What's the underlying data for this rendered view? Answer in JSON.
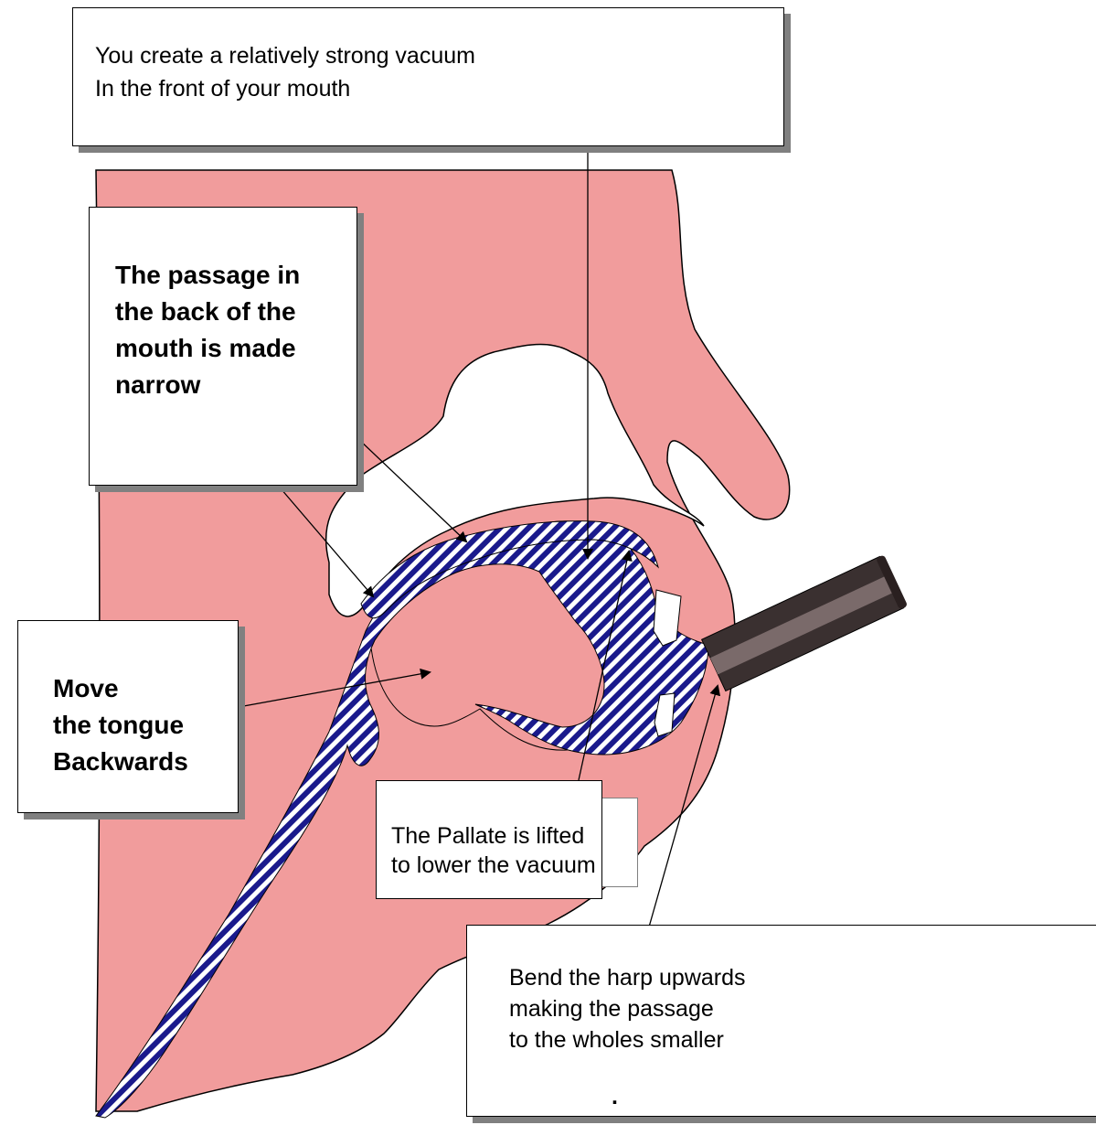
{
  "callouts": {
    "vacuum": {
      "line1": "You create a relatively strong vacuum",
      "line2": "In the front of your mouth"
    },
    "passage": {
      "line1": "The passage in",
      "line2": "the back of the",
      "line3": "mouth is made",
      "line4": "narrow"
    },
    "tongue": {
      "line1": "Move",
      "line2": "the tongue",
      "line3": "Backwards"
    },
    "pallate": {
      "line1": "The Pallate is lifted",
      "line2": "to lower the vacuum"
    },
    "bend": {
      "line1": "Bend the harp upwards",
      "line2": "making the passage",
      "line3": "to the wholes smaller",
      "mark": "."
    }
  },
  "colors": {
    "tissue": "#f19c9c",
    "hatch_stripe": "#1a1a8c",
    "outline": "#000000",
    "harmonica_dark": "#3a3030",
    "harmonica_mid": "#7a6a6a",
    "shadow": "#808080"
  },
  "icons": {
    "harmonica": "harmonica-icon",
    "teeth": "tooth-icon",
    "arrow": "arrow-icon"
  }
}
